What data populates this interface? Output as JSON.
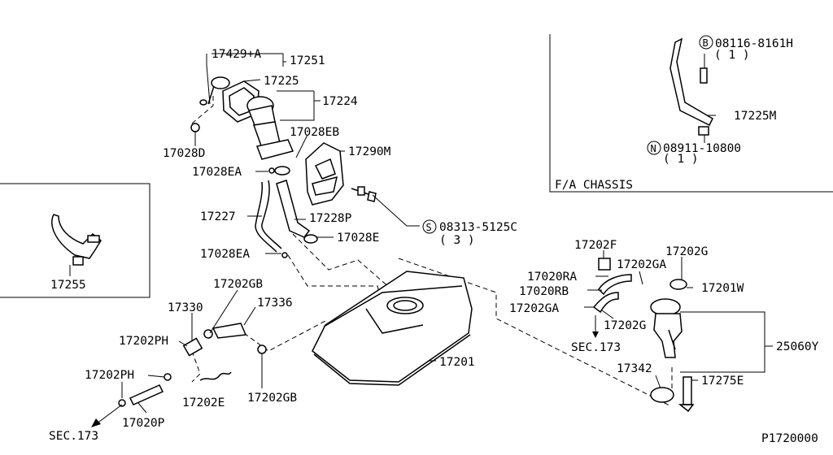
{
  "diagram": {
    "labels": {
      "p17429A": "17429+A",
      "p17251": "17251",
      "p17225": "17225",
      "p17224": "17224",
      "p17028EB": "17028EB",
      "p17290M": "17290M",
      "p17028D": "17028D",
      "p17028EA_1": "17028EA",
      "p17227": "17227",
      "p17228P": "17228P",
      "p08313": "08313-5125C",
      "q08313": "( 3 )",
      "p17028E": "17028E",
      "p17028EA_2": "17028EA",
      "p17255": "17255",
      "p17202GB_1": "17202GB",
      "p17330": "17330",
      "p17336": "17336",
      "p17202PH_1": "17202PH",
      "p17202PH_2": "17202PH",
      "p17020P": "17020P",
      "p17202E": "17202E",
      "p17202GB_2": "17202GB",
      "p17201": "17201",
      "sec173_left": "SEC.173",
      "p17202F": "17202F",
      "p17202G_1": "17202G",
      "p17020RA": "17020RA",
      "p17202GA_1": "17202GA",
      "p17020RB": "17020RB",
      "p17201W": "17201W",
      "p17202GA_2": "17202GA",
      "p17202G_2": "17202G",
      "sec173_right": "SEC.173",
      "p25060Y": "25060Y",
      "p17342": "17342",
      "p17275E": "17275E",
      "p08116": "08116-8161H",
      "q08116": "( 1 )",
      "p17225M": "17225M",
      "p08911": "08911-10800",
      "q08911": "( 1 )",
      "fa_chassis": "F/A CHASSIS",
      "code": "P1720000"
    },
    "markers": {
      "S": "S",
      "B": "B",
      "N": "N"
    }
  }
}
